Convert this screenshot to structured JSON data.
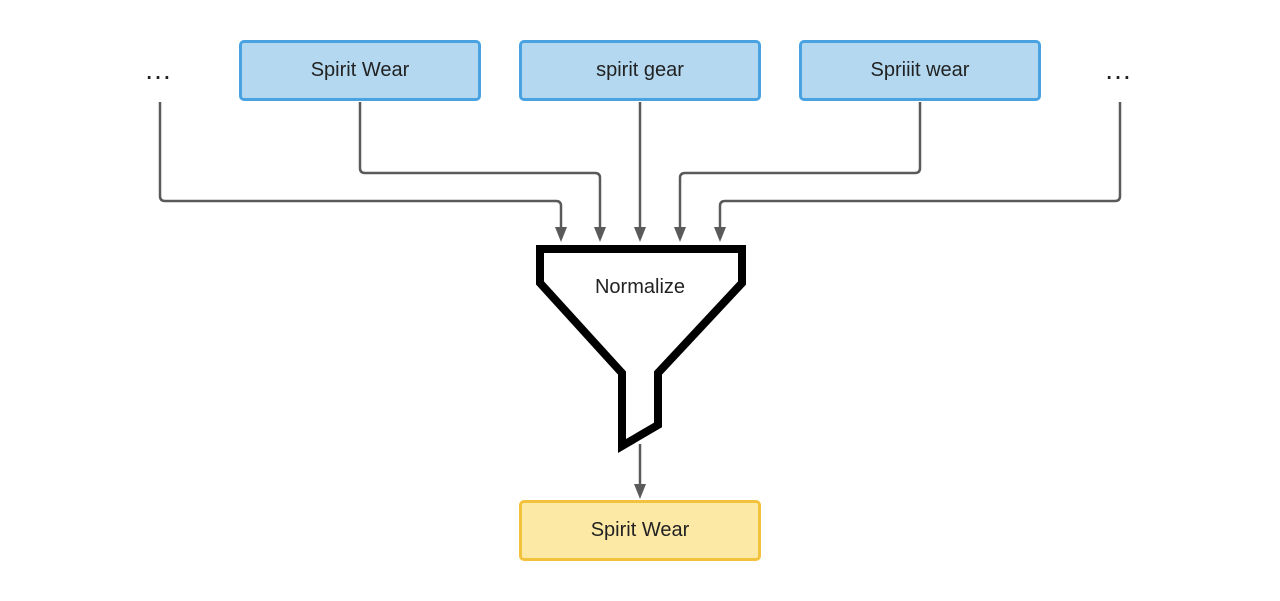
{
  "diagram": {
    "inputs": [
      {
        "label": "Spirit Wear"
      },
      {
        "label": "spirit gear"
      },
      {
        "label": "Spriiit wear"
      }
    ],
    "left_ellipsis": "…",
    "right_ellipsis": "…",
    "funnel_label": "Normalize",
    "output": {
      "label": "Spirit Wear"
    },
    "colors": {
      "input_fill": "#b3d8f0",
      "input_border": "#4aa3e0",
      "output_fill": "#fde9a6",
      "output_border": "#f3c23d",
      "connector": "#5a5a5a",
      "funnel_stroke": "#000000"
    }
  }
}
